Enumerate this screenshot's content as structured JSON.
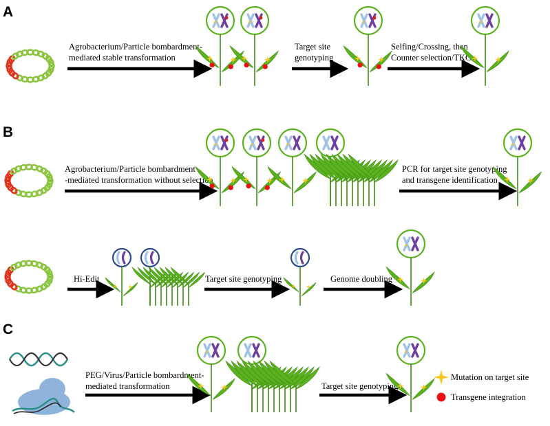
{
  "panels": {
    "a": {
      "letter": "A",
      "step1_line1": "Agrobacterium/Particle bombardment-",
      "step1_line2": "mediated stable transformation",
      "step2_line1": "Target site",
      "step2_line2": "genotyping",
      "step3_line1": "Selfing/Crossing, then",
      "step3_line2": "Counter selection/TKC"
    },
    "b": {
      "letter": "B",
      "step1_line1": "Agrobacterium/Particle bombardment",
      "step1_line2": "-mediated transformation without selection",
      "step2_line1": "PCR for target site genotyping",
      "step2_line2": "and transgene identification",
      "hi_edit": "Hi-Edit",
      "hi_step2": "Target site genotyping",
      "hi_step3": "Genome doubling"
    },
    "c": {
      "letter": "C",
      "step1_line1": "PEG/Virus/Particle bombardment-",
      "step1_line2": "mediated transformation",
      "step2": "Target site genotyping"
    }
  },
  "legend": {
    "mutation": "Mutation on target site",
    "transgene": "Transgene integration"
  },
  "colors": {
    "leaf": "#5ab21f",
    "leaf_dark": "#3f8a12",
    "plasmid": "#8bc53f",
    "plasmid_insert": "#e0321c",
    "transgene_dot": "#ee1111",
    "mutation_star": "#f5c518",
    "chrom_light": "#9fc3e8",
    "chrom_purple": "#6f3f9e",
    "chrom_red": "#d62027",
    "protein": "#8fb4dc",
    "dna_teal": "#2f8f8a"
  }
}
